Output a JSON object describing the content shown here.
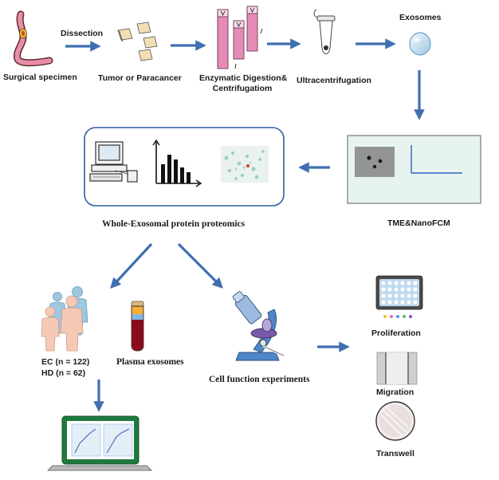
{
  "labels": {
    "surgical_specimen": "Surgical specimen",
    "dissection": "Dissection",
    "tumor_paracancer": "Tumor or Paracancer",
    "enzymatic_line1": "Enzymatic Digestion&",
    "enzymatic_line2": "Centrifugatiom",
    "ultracentrifugation": "Ultracentrifugation",
    "exosomes": "Exosomes",
    "tme_nanofcm": "TME&NanoFCM",
    "whole_exosomal": "Whole-Exosomal protein proteomics",
    "ec_count": "EC (n = 122)",
    "hd_count": "HD (n = 62)",
    "plasma_exosomes": "Plasma exosomes",
    "cell_function": "Cell function experiments",
    "proliferation": "Proliferation",
    "migration": "Migration",
    "transwell": "Transwell"
  },
  "colors": {
    "arrow": "#3f6fb0",
    "tube_pink": "#e58bb8",
    "panel_border": "#2f5f9e",
    "tme_panel": "#e7f3ee",
    "blood": "#8b0a1e",
    "skin": "#f6c9b6",
    "person_blue": "#9cc8e0"
  }
}
